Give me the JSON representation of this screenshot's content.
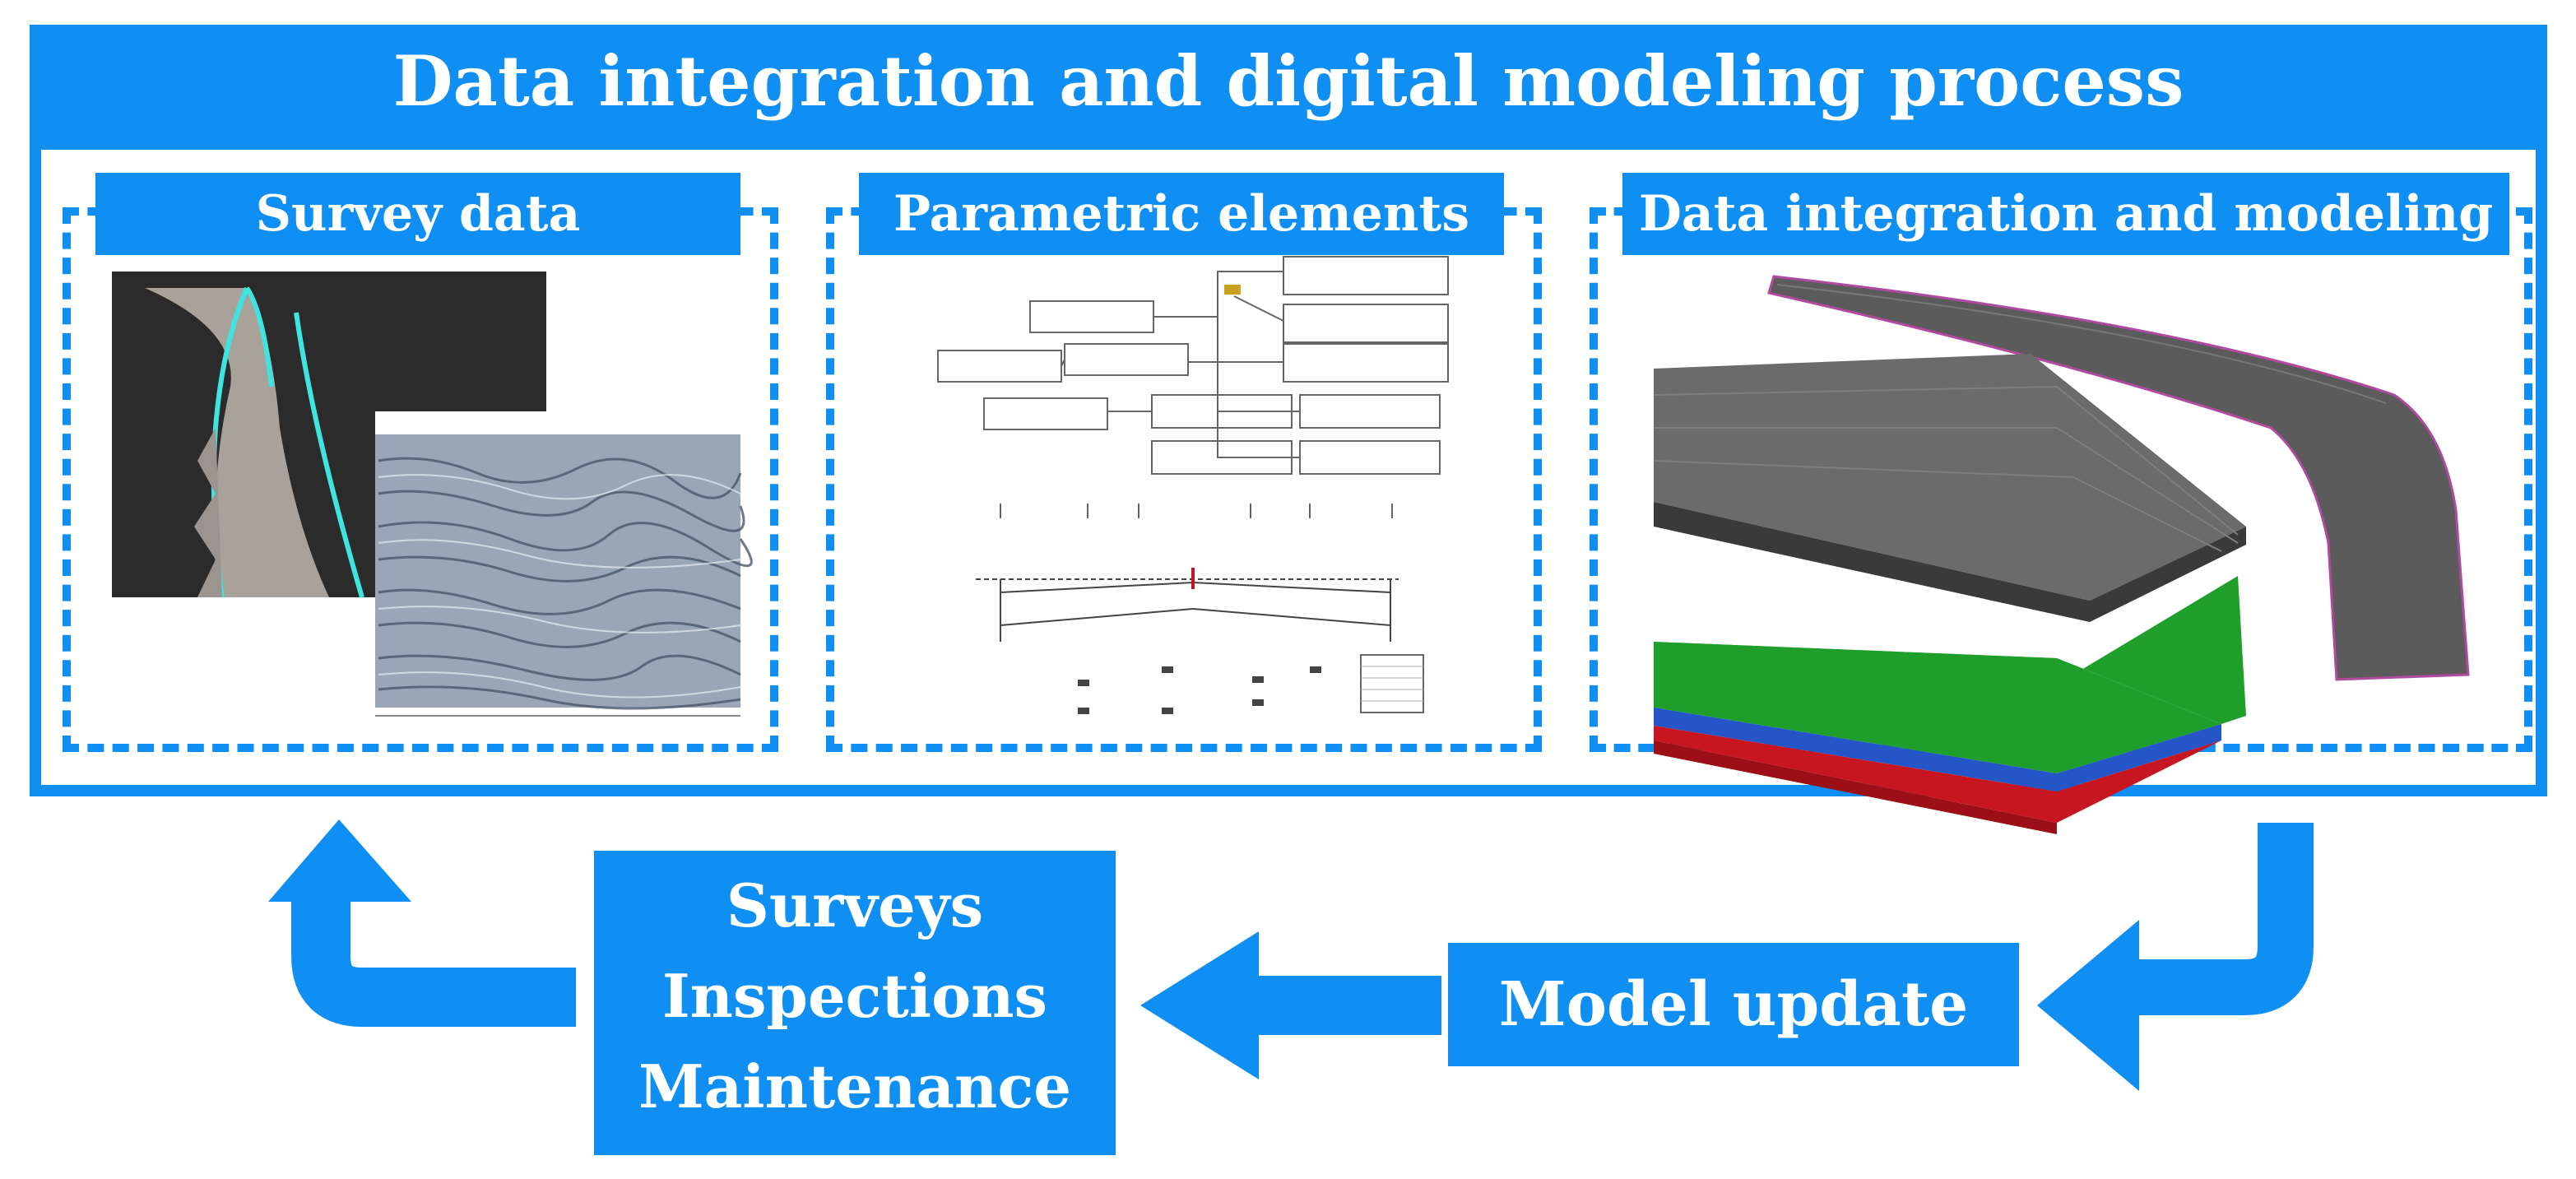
{
  "diagram": {
    "title": "Data integration and digital modeling process",
    "panels": [
      {
        "label": "Survey data"
      },
      {
        "label": "Parametric elements"
      },
      {
        "label": "Data integration and modeling"
      }
    ],
    "cycle": {
      "surveys_lines": [
        "Surveys",
        "Inspections",
        "Maintenance"
      ],
      "update_label": "Model update"
    },
    "colors": {
      "accent": "#0f8ef3",
      "layer_green": "#1f9e2c",
      "layer_blue": "#2456c8",
      "layer_red": "#c7161f",
      "road_gray": "#5a5a5a"
    }
  }
}
